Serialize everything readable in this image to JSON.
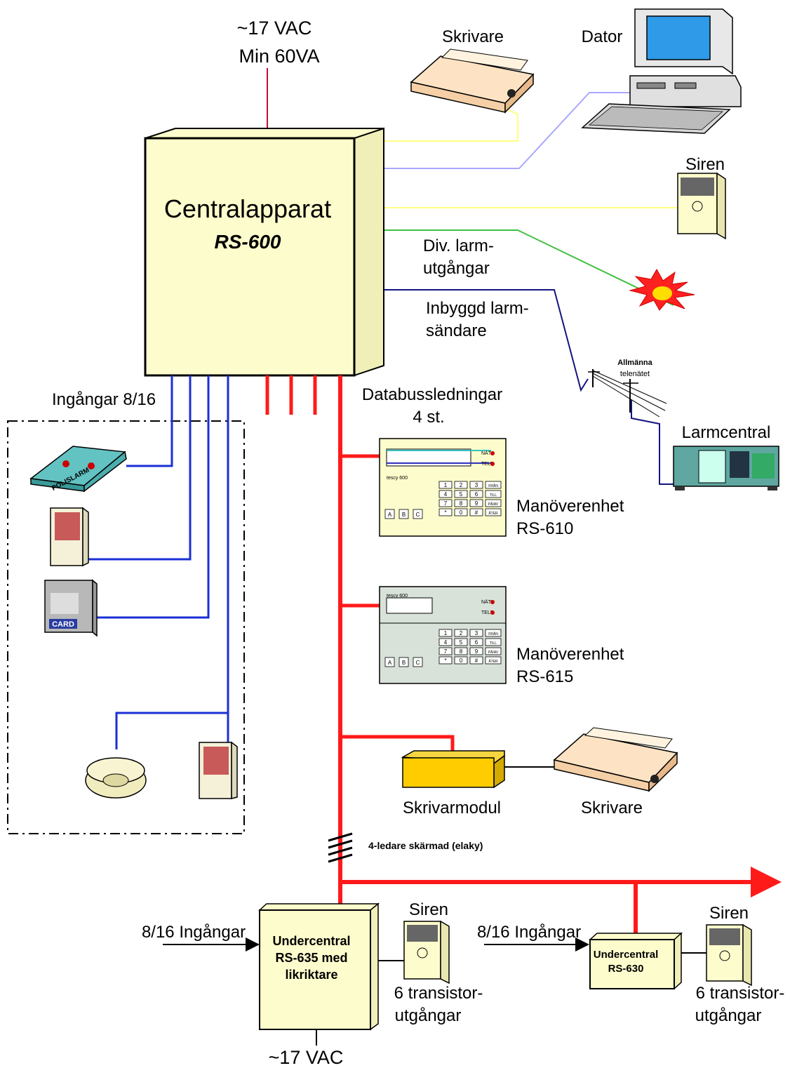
{
  "power_top": {
    "line1": "~17 VAC",
    "line2": "Min 60VA"
  },
  "central": {
    "title": "Centralapparat",
    "model": "RS-600"
  },
  "printer_top": {
    "label": "Skrivare"
  },
  "computer": {
    "label": "Dator"
  },
  "siren_top": {
    "label": "Siren"
  },
  "alarm_outputs": {
    "line1": "Div. larm-",
    "line2": "utgångar"
  },
  "transmitter": {
    "line1": "Inbyggd larm-",
    "line2": "sändare"
  },
  "telenet": {
    "line1": "Allmänna",
    "line2": "telenätet"
  },
  "alarm_central": {
    "label": "Larmcentral"
  },
  "inputs": {
    "label": "Ingångar 8/16"
  },
  "databus": {
    "line1": "Databussledningar",
    "line2": "4 st."
  },
  "panel_610": {
    "line1": "Manöverenhet",
    "line2": "RS-610",
    "brand": "tescy 600",
    "led1": "NÄT",
    "led2": "TELE",
    "keys": [
      "1",
      "2",
      "3",
      "FRÅN",
      "4",
      "5",
      "6",
      "TILL",
      "7",
      "8",
      "9",
      "PÅ/AV",
      "*",
      "0",
      "#",
      "ÅTER"
    ],
    "abc": [
      "A",
      "B",
      "C"
    ]
  },
  "panel_615": {
    "line1": "Manöverenhet",
    "line2": "RS-615",
    "brand": "tescy 600",
    "led1": "NÄT",
    "led2": "TELE",
    "keys": [
      "1",
      "2",
      "3",
      "FRÅN",
      "4",
      "5",
      "6",
      "TILL",
      "7",
      "8",
      "9",
      "PÅ/AV",
      "*",
      "0",
      "#",
      "ÅTER"
    ],
    "abc": [
      "A",
      "B",
      "C"
    ]
  },
  "printer_module": {
    "label": "Skrivarmodul"
  },
  "printer_bottom": {
    "label": "Skrivare"
  },
  "cable": {
    "label": "4-ledare skärmad (elaky)"
  },
  "sub_635": {
    "inputs": "8/16 Ingångar",
    "line1": "Undercentral",
    "line2": "RS-635 med",
    "line3": "likriktare",
    "siren": "Siren",
    "out1": "6 transistor-",
    "out2": "utgångar",
    "power": "~17 VAC"
  },
  "sub_630": {
    "inputs": "8/16 Ingångar",
    "line1": "Undercentral",
    "line2": "RS-630",
    "siren": "Siren",
    "out1": "6 transistor-",
    "out2": "utgångar"
  },
  "polislarm": {
    "label": "POLISLARM"
  },
  "card_reader": {
    "label": "CARD"
  },
  "colors": {
    "central_fill": "#fdfccc",
    "bus_red": "#ff1a1a",
    "input_blue": "#1a2fd6",
    "printer_yellow": "#ffff80",
    "computer_violet": "#a8a8ff",
    "green_line": "#40c040",
    "navy_line": "#141480"
  }
}
